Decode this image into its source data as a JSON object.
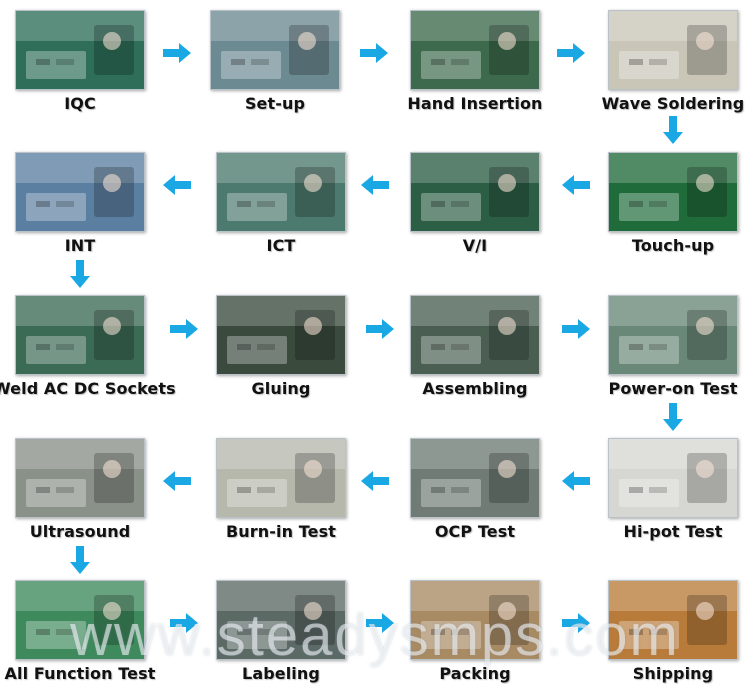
{
  "steps": [
    {
      "label": "IQC",
      "icon": "inspection-photo-icon",
      "tone": "#2f6f5a"
    },
    {
      "label": "Set-up",
      "icon": "machine-setup-photo-icon",
      "tone": "#6c8a92"
    },
    {
      "label": "Hand Insertion",
      "icon": "assembly-line-photo-icon",
      "tone": "#3d6a4c"
    },
    {
      "label": "Wave Soldering",
      "icon": "soldering-machine-photo-icon",
      "tone": "#c9c6b8"
    },
    {
      "label": "Touch-up",
      "icon": "pcb-touchup-photo-icon",
      "tone": "#1f6b3a"
    },
    {
      "label": "V/I",
      "icon": "visual-inspection-photo-icon",
      "tone": "#2c5e45"
    },
    {
      "label": "ICT",
      "icon": "ict-tester-photo-icon",
      "tone": "#4d7a6e"
    },
    {
      "label": "INT",
      "icon": "test-bench-photo-icon",
      "tone": "#5b7fa0"
    },
    {
      "label": "Weld AC DC Sockets",
      "icon": "socket-welding-photo-icon",
      "tone": "#3b6b55"
    },
    {
      "label": "Gluing",
      "icon": "gluing-photo-icon",
      "tone": "#3a4b3e"
    },
    {
      "label": "Assembling",
      "icon": "assembling-photo-icon",
      "tone": "#4a5f52"
    },
    {
      "label": "Power-on Test",
      "icon": "power-test-photo-icon",
      "tone": "#6a8878"
    },
    {
      "label": "Ultrasound",
      "icon": "ultrasonic-welder-photo-icon",
      "tone": "#8a9188"
    },
    {
      "label": "Burn-in Test",
      "icon": "burn-in-rack-photo-icon",
      "tone": "#b6b8ac"
    },
    {
      "label": "OCP Test",
      "icon": "ocp-tester-photo-icon",
      "tone": "#6f7b74"
    },
    {
      "label": "Hi-pot Test",
      "icon": "hipot-tester-photo-icon",
      "tone": "#d6d7d2"
    },
    {
      "label": "All Function Test",
      "icon": "function-tester-photo-icon",
      "tone": "#3e8a5c"
    },
    {
      "label": "Labeling",
      "icon": "labeling-photo-icon",
      "tone": "#5c6a66"
    },
    {
      "label": "Packing",
      "icon": "packing-photo-icon",
      "tone": "#a88a63"
    },
    {
      "label": "Shipping",
      "icon": "shipping-container-photo-icon",
      "tone": "#b97b3a"
    }
  ],
  "watermark": "www.steadysmps.com",
  "colors": {
    "arrow": "#1aa8e4",
    "label": "#111111"
  }
}
